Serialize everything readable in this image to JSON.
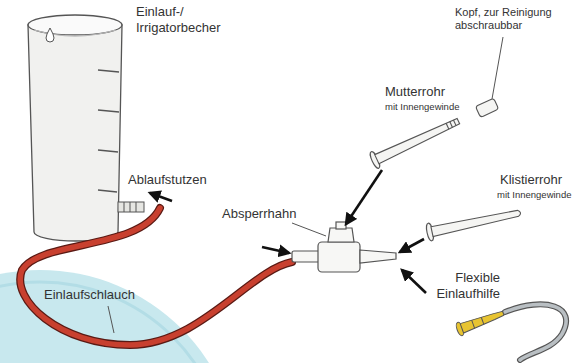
{
  "diagram": {
    "labels": [
      "Einlauf-/ Irrigatorbecher",
      "Kopf, zur Reinigung abschraubbar",
      "Mutterrohr",
      "mit Innengewinde",
      "Ablaufstutzen",
      "Klistierrohr",
      "mit Innengewinde",
      "Absperrhahn",
      "Einlaufschlauch",
      "Flexible Einlaufhilfe"
    ]
  }
}
